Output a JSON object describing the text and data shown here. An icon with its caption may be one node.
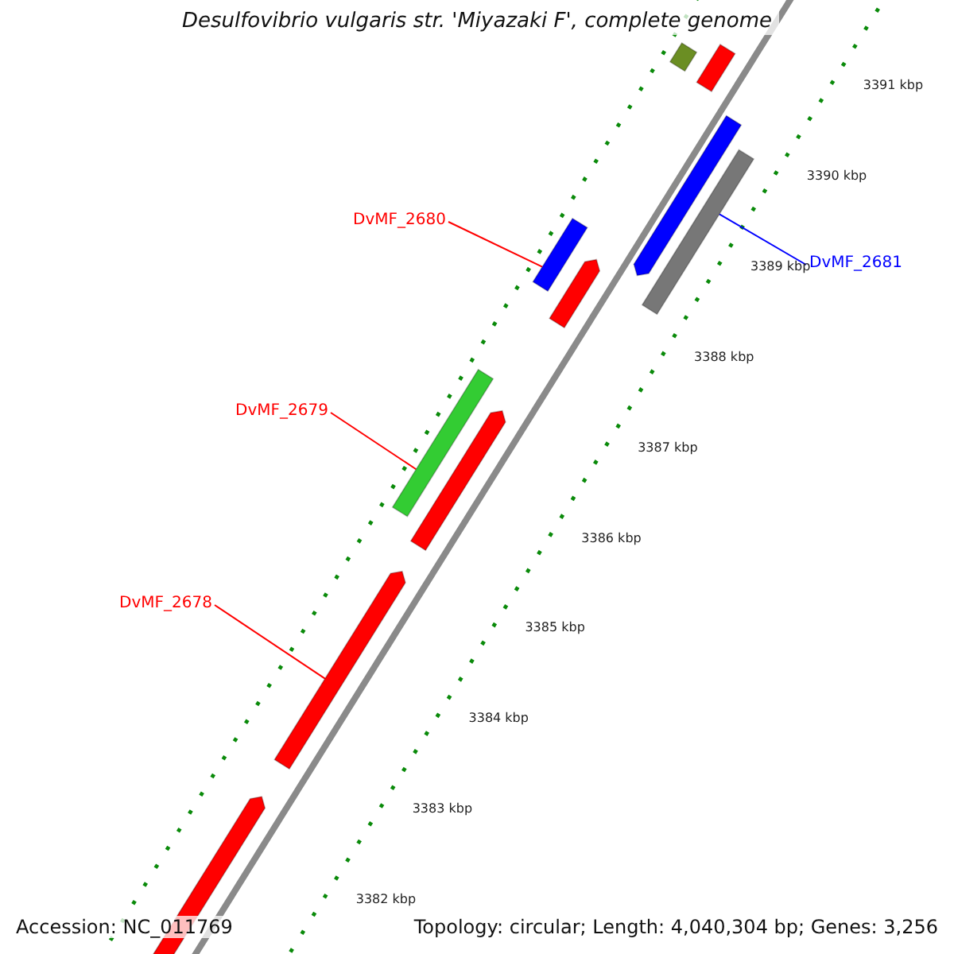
{
  "diagram": {
    "title": "Desulfovibrio vulgaris str. 'Miyazaki F', complete genome",
    "nodes": [
      {
        "text": [
          "DvMF_2680"
        ]
      },
      {
        "text": [
          "DvMF_2681"
        ]
      },
      {
        "text": [
          "DvMF_2679"
        ]
      },
      {
        "text": [
          "DvMF_2678"
        ]
      },
      {
        "text": [],
        "shape": "bar"
      },
      {
        "text": [],
        "shape": "bar"
      },
      {
        "text": [],
        "shape": "bar"
      },
      {
        "text": [],
        "shape": "bar"
      },
      {
        "text": [],
        "shape": "bar"
      },
      {
        "text": [],
        "shape": "bar"
      },
      {
        "text": [],
        "shape": "bar"
      },
      {
        "text": [],
        "shape": "bar"
      },
      {
        "text": [],
        "shape": "bar"
      },
      {
        "text": [],
        "shape": "bar"
      }
    ],
    "edges": [
      {
        "from": 0,
        "to": 8,
        "arrow": "none"
      },
      {
        "from": 1,
        "to": 7,
        "arrow": "none",
        "color": "#0000ff"
      },
      {
        "from": 2,
        "to": 10,
        "arrow": "none"
      },
      {
        "from": 3,
        "to": 12,
        "arrow": "none"
      }
    ],
    "labels": [
      "3391 kbp",
      "3390 kbp",
      "3389 kbp",
      "3388 kbp",
      "3387 kbp",
      "3386 kbp",
      "3385 kbp",
      "3384 kbp",
      "3383 kbp",
      "3382 kbp",
      "Accession: NC_011769",
      "Topology: circular; Length: 4,040,304 bp; Genes: 3,256"
    ]
  }
}
